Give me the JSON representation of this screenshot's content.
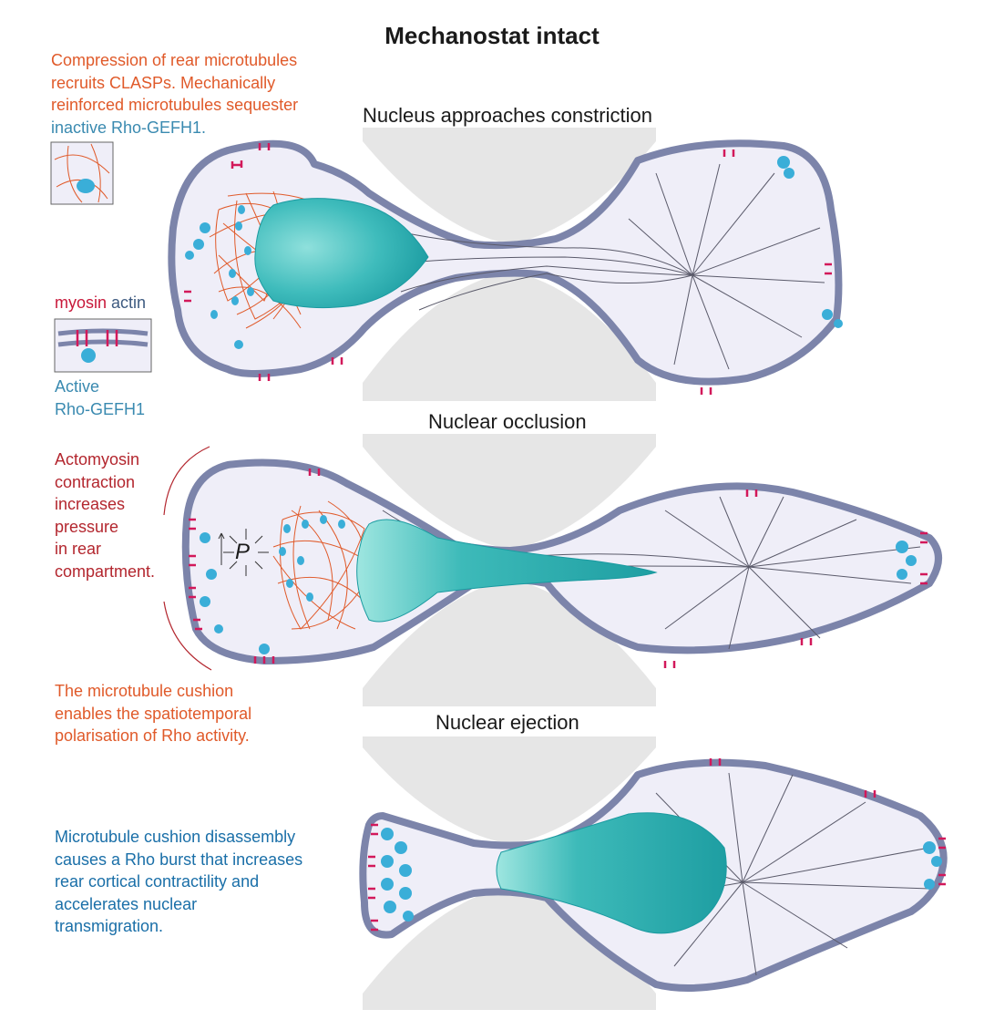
{
  "title": "Mechanostat intact",
  "stages": [
    {
      "label": "Nucleus approaches constriction"
    },
    {
      "label": "Nuclear occlusion"
    },
    {
      "label": "Nuclear ejection"
    }
  ],
  "annotations": {
    "stage1_orange": [
      "Compression of rear microtubules",
      "recruits CLASPs. Mechanically",
      "reinforced microtubules sequester"
    ],
    "stage1_blue": "inactive Rho-GEFH1.",
    "legend_myosin": "myosin",
    "legend_actin": "actin",
    "legend_active": [
      "Active",
      "Rho-GEFH1"
    ],
    "stage2_red": [
      "Actomyosin",
      "contraction",
      "increases",
      "pressure",
      "in rear",
      "compartment."
    ],
    "pressure_symbol": "P",
    "stage2_orange": [
      "The microtubule cushion",
      "enables the spatiotemporal",
      "polarisation of Rho activity."
    ],
    "stage3_blue": [
      "Microtubule cushion disassembly",
      "causes a Rho burst that increases",
      "rear cortical contractility and",
      "accelerates nuclear",
      "transmigration."
    ]
  },
  "colors": {
    "microtubule_orange": "#e05a2a",
    "rho_gefh1_blue": "#3aaed8",
    "myosin_magenta": "#d2185a",
    "actin_cortex": "#7c84aa",
    "cell_fill": "#efeef8",
    "nucleus_teal": "#2ab0b4",
    "constriction_grey": "#e6e6e6"
  }
}
